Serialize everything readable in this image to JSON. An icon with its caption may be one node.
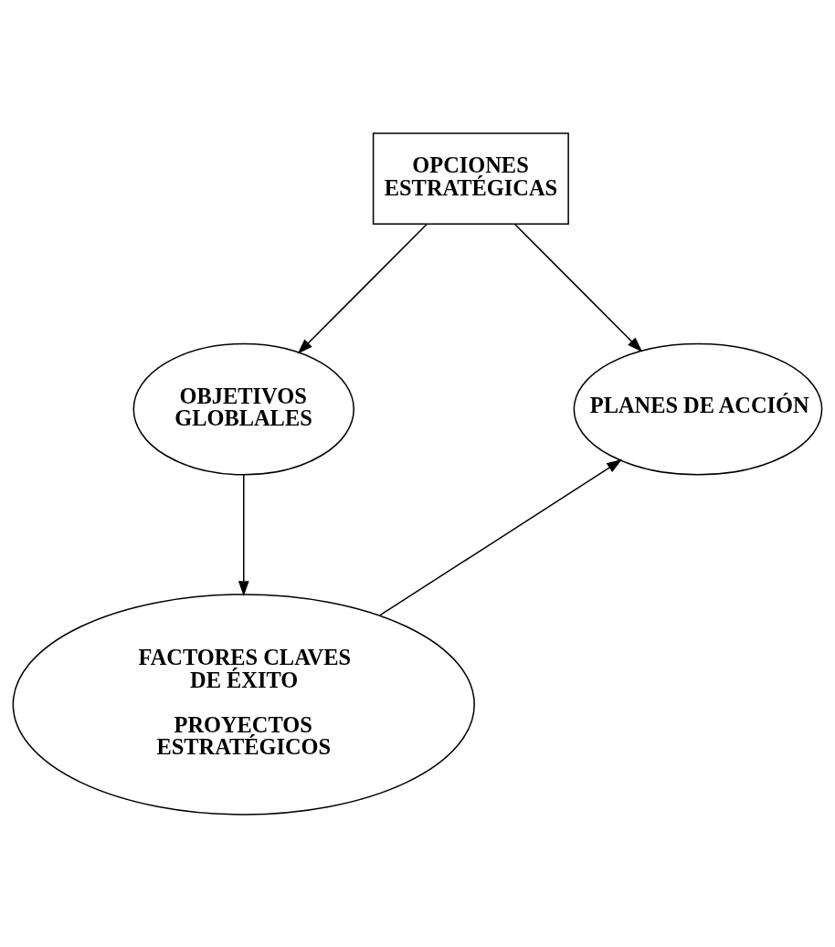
{
  "diagram": {
    "nodes": [
      {
        "text": [
          "OPCIONES ESTRATÉGICAS"
        ]
      },
      {
        "text": [
          "OBJETIVOS GLOBLALES"
        ]
      },
      {
        "text": [
          "PLANES DE ACCIÓN"
        ]
      },
      {
        "text": [
          "FACTORES CLAVES DE ÉXITO",
          "PROYECTOS ESTRATÉGICOS"
        ]
      }
    ],
    "edges": [
      {
        "from": 0,
        "to": 1,
        "arrow": "to"
      },
      {
        "from": 0,
        "to": 2,
        "arrow": "to"
      },
      {
        "from": 1,
        "to": 3,
        "arrow": "to"
      },
      {
        "from": 3,
        "to": 2,
        "arrow": "to"
      }
    ]
  }
}
